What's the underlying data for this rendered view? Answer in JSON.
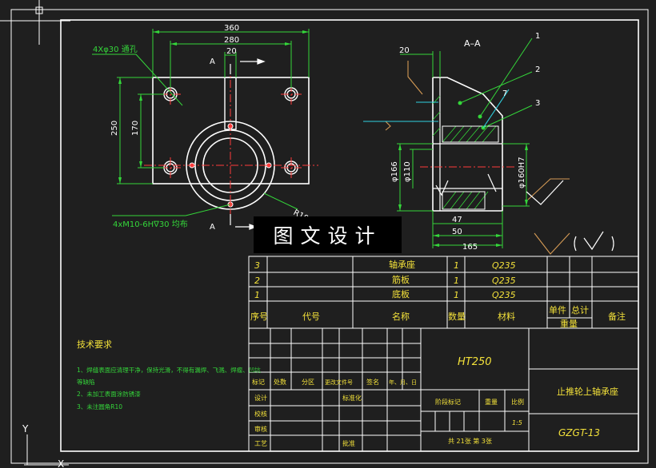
{
  "view_labels": {
    "section_top": "A",
    "section_bottom": "A",
    "section_title": "A–A"
  },
  "dims_left": {
    "overall_width": "360",
    "hole_spacing": "280",
    "slot_width": "20",
    "height_overall": "250",
    "height_holes": "170",
    "hole_callout": "4Xφ30 通孔",
    "thread_callout": "4xM10-6H∇30 均布",
    "radius": "R100"
  },
  "dims_right": {
    "top": "20",
    "dia166": "φ166",
    "dia110": "φ110",
    "dia160": "φ160H7",
    "d47": "47",
    "d50": "50",
    "d165": "165"
  },
  "balloons": [
    "1",
    "2",
    "3",
    "7"
  ],
  "banner_text": "图文设计",
  "parts_list": {
    "rows": [
      {
        "no": "3",
        "name": "轴承座",
        "qty": "1",
        "material": "Q235"
      },
      {
        "no": "2",
        "name": "筋板",
        "qty": "1",
        "material": "Q235"
      },
      {
        "no": "1",
        "name": "底板",
        "qty": "1",
        "material": "Q235"
      }
    ],
    "header": {
      "no": "序号",
      "code": "代号",
      "name": "名称",
      "qty": "数量",
      "material": "材料",
      "single": "单件",
      "total": "总计",
      "weight": "重量",
      "remark": "备注"
    }
  },
  "tech_requirements": {
    "title": "技术要求",
    "items": [
      "1、焊缝表面应清理干净，保持光滑，不得有漏焊、飞溅、焊瘤、凹坑",
      "等缺陷",
      "2、未加工表面涂防锈漆",
      "3、未注圆角R10"
    ]
  },
  "title_block": {
    "material": "HT250",
    "part_name": "止推轮上轴承座",
    "drawing_no": "GZGT-13",
    "scale": "1:5",
    "sheets": "共 21张 第 3张",
    "labels": {
      "mark": "标记",
      "count": "处数",
      "zone": "分区",
      "change_doc": "更改文件号",
      "sign": "签名",
      "date": "年、月、日",
      "design": "设计",
      "standard": "标准化",
      "stage": "阶段标记",
      "weight": "重量",
      "scale": "比例",
      "check": "审核",
      "proof": "校核",
      "process": "工艺",
      "approve": "批准"
    }
  },
  "colors": {
    "line": "#ffffff",
    "dim": "#34d63a",
    "center": "#ff3b3b",
    "hatch": "#34d63a",
    "leader": "#d49a55",
    "cyan": "#2fd0e0",
    "text_yellow": "#f3e13a"
  }
}
